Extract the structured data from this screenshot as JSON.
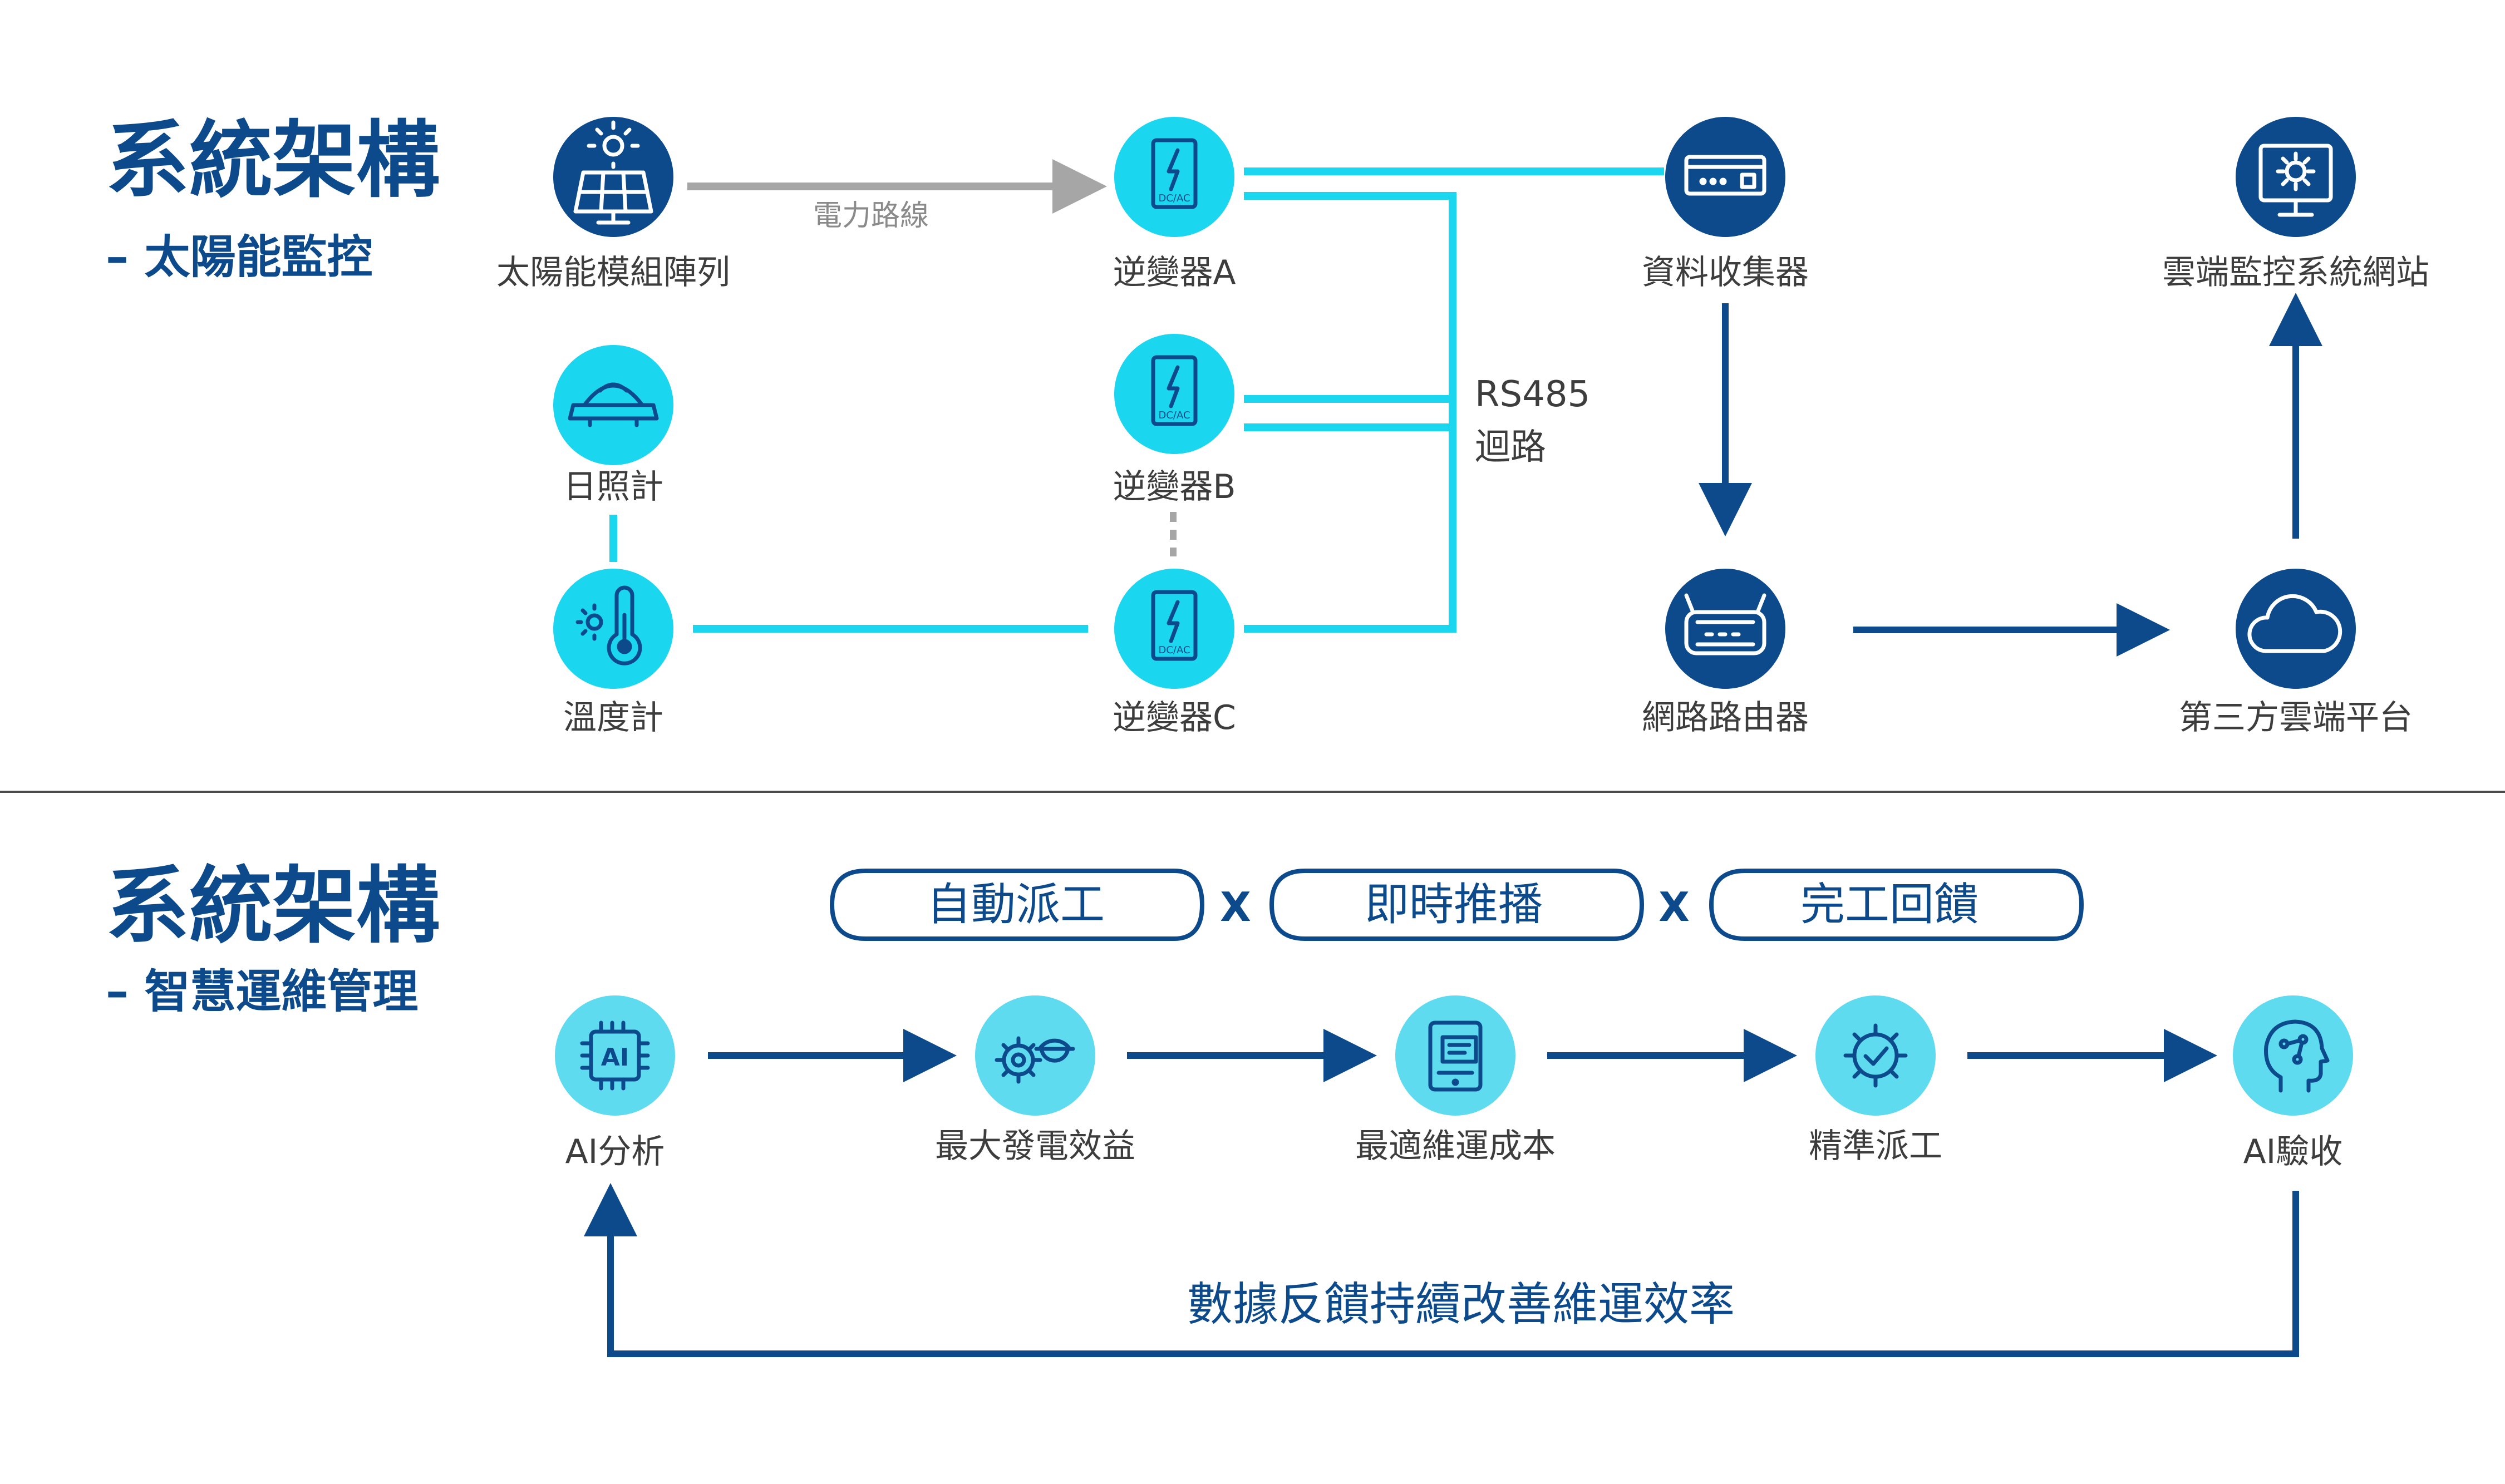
{
  "section1": {
    "title": "系統架構",
    "subtitle": "– 太陽能監控",
    "nodes": {
      "solar_array": "太陽能模組陣列",
      "inverter_a": "逆變器A",
      "inverter_b": "逆變器B",
      "inverter_c": "逆變器C",
      "irradiance_meter": "日照計",
      "thermometer": "溫度計",
      "data_collector": "資料收集器",
      "router": "網路路由器",
      "third_party_cloud": "第三方雲端平台",
      "cloud_monitor_site": "雲端監控系統網站"
    },
    "power_line_label": "電力路線",
    "rs485_label_1": "RS485",
    "rs485_label_2": "迴路",
    "inverter_badge": "DC/AC"
  },
  "section2": {
    "title": "系統架構",
    "subtitle": "– 智慧運維管理",
    "pills": [
      "自動派工",
      "即時推播",
      "完工回饋"
    ],
    "pill_separator": "X",
    "ai_badge": "AI",
    "steps": [
      "AI分析",
      "最大發電效益",
      "最適維運成本",
      "精準派工",
      "AI驗收"
    ],
    "feedback_label": "數據反饋持續改善維運效率"
  },
  "colors": {
    "navy": "#0c4a8c",
    "cyan": "#1ad6ef",
    "light_cyan": "#5fdbf0",
    "gray": "#a6a6a6",
    "divider": "#4a4a4a"
  }
}
